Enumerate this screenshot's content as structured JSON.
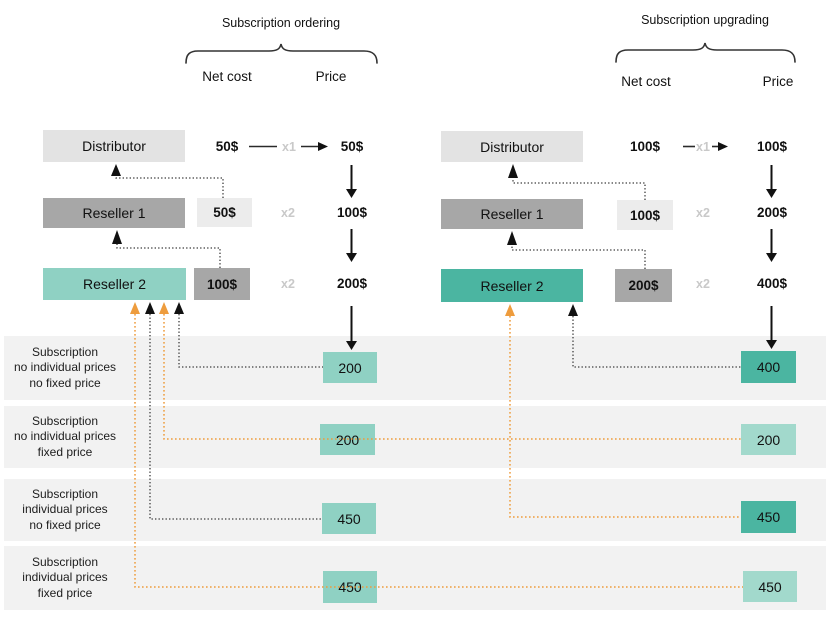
{
  "colors": {
    "teal_light": "#8fd1c3",
    "teal_light_right": "#a2d9cc",
    "teal_dark": "#4bb5a1",
    "orange": "#ee9c3d",
    "gray_box": "#a7a7a7",
    "gray_light": "#e3e3e3",
    "gray_lighter": "#ececec",
    "band_bg": "#f2f2f2",
    "muted_text": "#c9c9c9",
    "ink": "#1d1d1d"
  },
  "left": {
    "title": "Subscription ordering",
    "net_cost_header": "Net cost",
    "price_header": "Price",
    "distributor": {
      "label": "Distributor",
      "net_cost": "50$",
      "multiplier": "x1",
      "price": "50$"
    },
    "reseller1": {
      "label": "Reseller 1",
      "net_cost": "50$",
      "multiplier": "x2",
      "price": "100$"
    },
    "reseller2": {
      "label": "Reseller 2",
      "net_cost": "100$",
      "multiplier": "x2",
      "price": "200$"
    },
    "subscription_prices": [
      "200",
      "200",
      "450",
      "450"
    ]
  },
  "right": {
    "title": "Subscription upgrading",
    "net_cost_header": "Net cost",
    "price_header": "Price",
    "distributor": {
      "label": "Distributor",
      "net_cost": "100$",
      "multiplier": "x1",
      "price": "100$"
    },
    "reseller1": {
      "label": "Reseller 1",
      "net_cost": "100$",
      "multiplier": "x2",
      "price": "200$"
    },
    "reseller2": {
      "label": "Reseller 2",
      "net_cost": "200$",
      "multiplier": "x2",
      "price": "400$"
    },
    "subscription_prices": [
      "400",
      "200",
      "450",
      "450"
    ]
  },
  "subscription_rows": [
    {
      "lines": [
        "Subscription",
        "no individual prices",
        "no fixed price"
      ]
    },
    {
      "lines": [
        "Subscription",
        "no individual prices",
        "fixed price"
      ]
    },
    {
      "lines": [
        "Subscription",
        "individual prices",
        "no fixed price"
      ]
    },
    {
      "lines": [
        "Subscription",
        "individual prices",
        "fixed price"
      ]
    }
  ]
}
